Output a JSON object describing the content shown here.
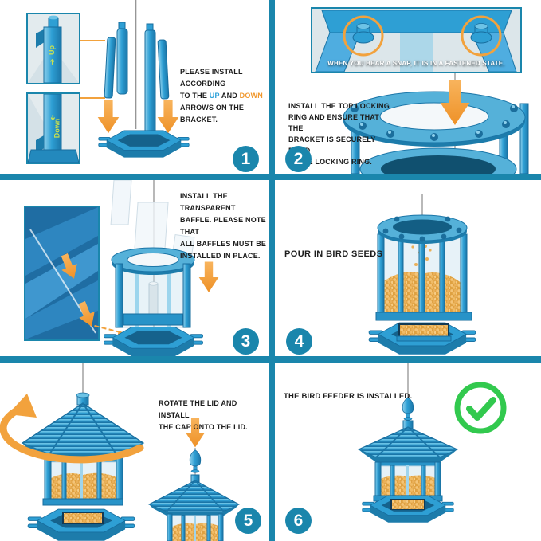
{
  "colors": {
    "divider_teal": "#1a86ac",
    "badge_teal": "#1a86ac",
    "accent_orange": "#f2a23d",
    "up_word_blue": "#2aa0d8",
    "down_word_orange": "#f0982e",
    "check_green": "#32c94e",
    "feeder_blue": "#2e9fd4",
    "seed_orange": "#eab059"
  },
  "steps": {
    "s1": {
      "number": "1",
      "text_1": "PLEASE INSTALL ACCORDING\nTO THE ",
      "up_word": "UP",
      "text_2": " AND ",
      "down_word": "DOWN",
      "text_3": "\nARROWS ON THE BRACKET.",
      "inset_up_label": "Up",
      "inset_down_label": "Down",
      "up_arrow_glyph": "➔",
      "down_arrow_glyph": "➔"
    },
    "s2": {
      "number": "2",
      "snap_note": "WHEN YOU HEAR A SNAP, IT IS IN A FASTENED STATE.",
      "instruction": "INSTALL THE TOP LOCKING\nRING AND ENSURE THAT THE\nBRACKET IS SECURELY FIXED\nIN THE LOCKING RING."
    },
    "s3": {
      "number": "3",
      "instruction": "INSTALL THE TRANSPARENT\nBAFFLE. PLEASE NOTE THAT\nALL BAFFLES MUST BE\nINSTALLED IN PLACE."
    },
    "s4": {
      "number": "4",
      "instruction": "POUR IN BIRD SEEDS"
    },
    "s5": {
      "number": "5",
      "instruction": "ROTATE THE LID AND INSTALL\nTHE CAP ONTO THE LID."
    },
    "s6": {
      "number": "6",
      "instruction": "THE BIRD FEEDER IS INSTALLED."
    }
  }
}
